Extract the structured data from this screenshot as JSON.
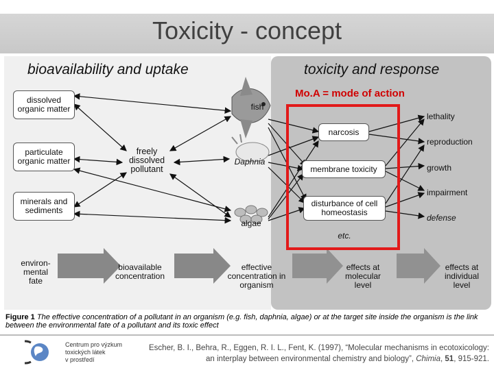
{
  "slide": {
    "title": "Toxicity - concept"
  },
  "figure": {
    "left_heading": "bioavailability and uptake",
    "right_heading": "toxicity and response",
    "moa_label": "Mo.A = mode of action",
    "sources": [
      "dissolved organic matter",
      "particulate organic matter",
      "minerals and sediments"
    ],
    "center": "freely dissolved pollutant",
    "organisms": [
      "fish",
      "Daphnia",
      "algae"
    ],
    "mechanisms": [
      "narcosis",
      "membrane toxicity",
      "disturbance of cell homeostasis"
    ],
    "mechanisms_etc": "etc.",
    "responses": [
      "lethality",
      "reproduction",
      "growth",
      "impairment",
      "defense"
    ],
    "flow": [
      "environ- mental fate",
      "bioavailable concentration",
      "effective concentration in organism",
      "effects at molecular level",
      "effects at individual level"
    ],
    "colors": {
      "moa_frame": "#e21a1a",
      "right_panel": "#c2c2c2",
      "arrow": "#888888"
    }
  },
  "caption": {
    "label": "Figure 1",
    "text": "The effective concentration of a pollutant in an organism (e.g. fish, daphnia, algae) or at the target site inside the organism is the link between the environmental fate of a pollutant and its toxic effect"
  },
  "footer": {
    "logo_text_1": "Centrum pro výzkum",
    "logo_text_2": "toxických látek",
    "logo_text_3": "v prostředí",
    "citation_1": "Escher, B. I., Behra, R., Eggen, R. I. L., Fent, K. (1997), “Molecular mechanisms in ecotoxicology:",
    "citation_2_pre": "an interplay between environmental chemistry and biology”, ",
    "citation_journal": "Chimia",
    "citation_sep": ", ",
    "citation_volume": "51",
    "citation_pages": ", 915-921."
  }
}
